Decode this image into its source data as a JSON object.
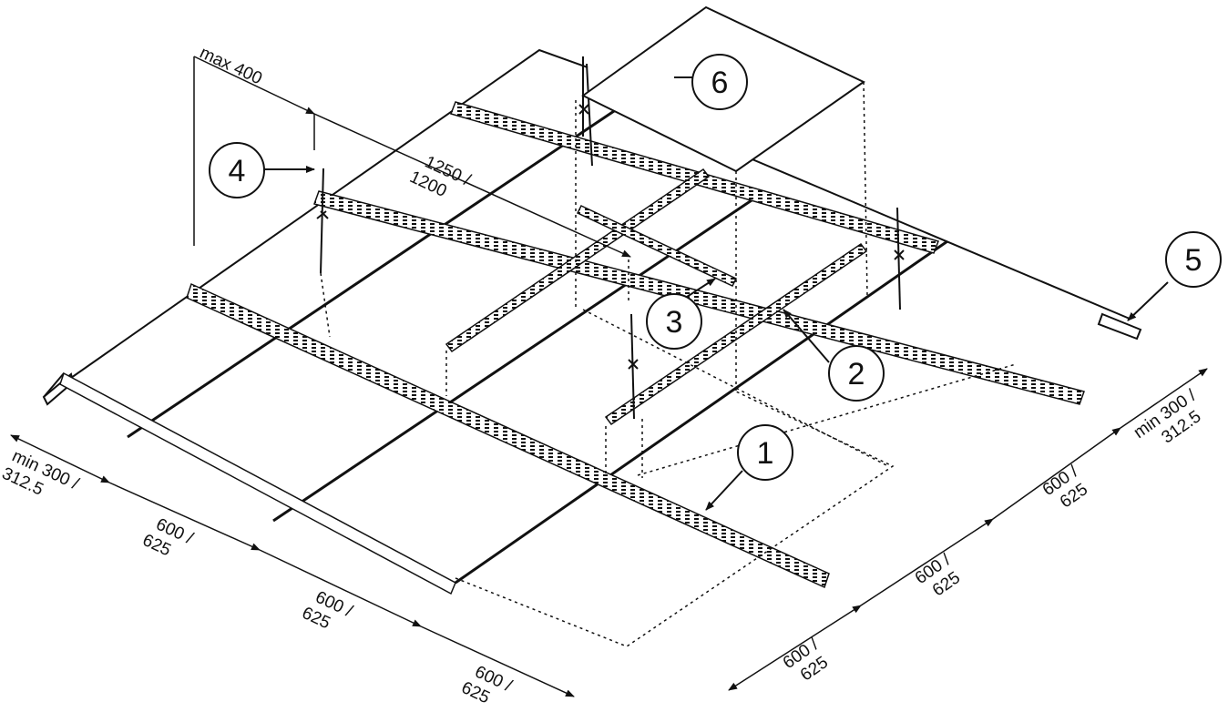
{
  "diagram": {
    "callouts": [
      {
        "id": "1",
        "label": "1"
      },
      {
        "id": "2",
        "label": "2"
      },
      {
        "id": "3",
        "label": "3"
      },
      {
        "id": "4",
        "label": "4"
      },
      {
        "id": "5",
        "label": "5"
      },
      {
        "id": "6",
        "label": "6"
      }
    ],
    "dimensions": {
      "max_hanger_spacing": "max 400",
      "main_runner_span_line1": "1250 /",
      "main_runner_span_line2": "1200",
      "left_edge_line1": "min 300 /",
      "left_edge_line2": "312.5",
      "right_edge_line1": "min 300 /",
      "right_edge_line2": "312.5",
      "module_line1": "600 /",
      "module_line2": "625"
    }
  }
}
